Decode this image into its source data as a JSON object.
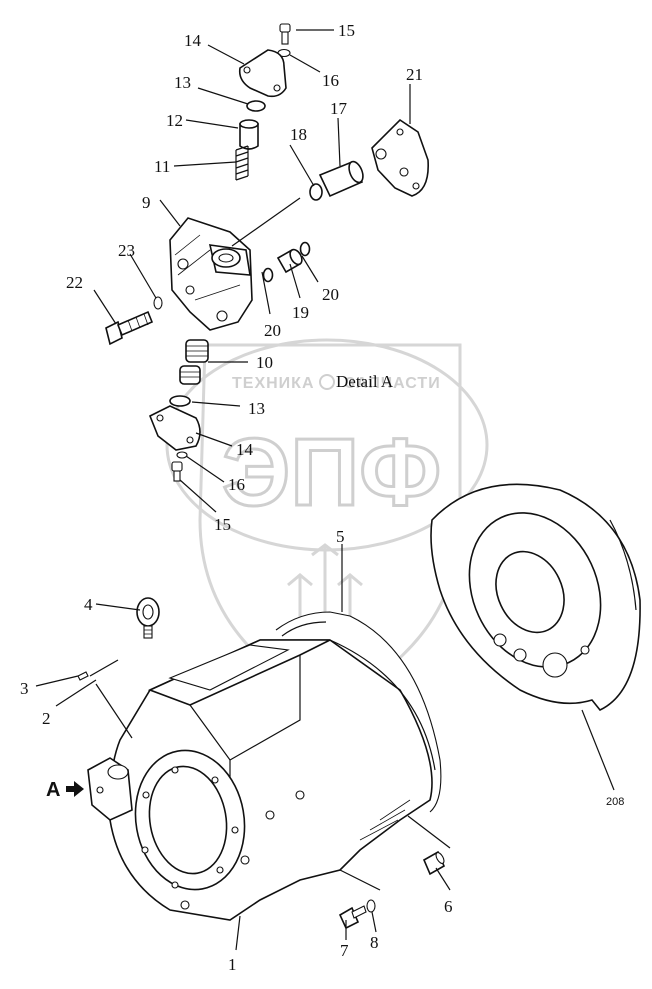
{
  "diagram": {
    "detail_label": "Detail A",
    "sheet_ref": "208",
    "view_marker": "A",
    "callouts": [
      "1",
      "2",
      "3",
      "4",
      "5",
      "6",
      "7",
      "8",
      "9",
      "10",
      "11",
      "12",
      "13",
      "14",
      "15",
      "16",
      "17",
      "18",
      "19",
      "20",
      "21",
      "22",
      "23"
    ]
  },
  "watermark": {
    "left_word": "ТЕХНИКА",
    "right_word": "ЗАПЧАСТИ",
    "big_letters": "ЭПФ"
  }
}
